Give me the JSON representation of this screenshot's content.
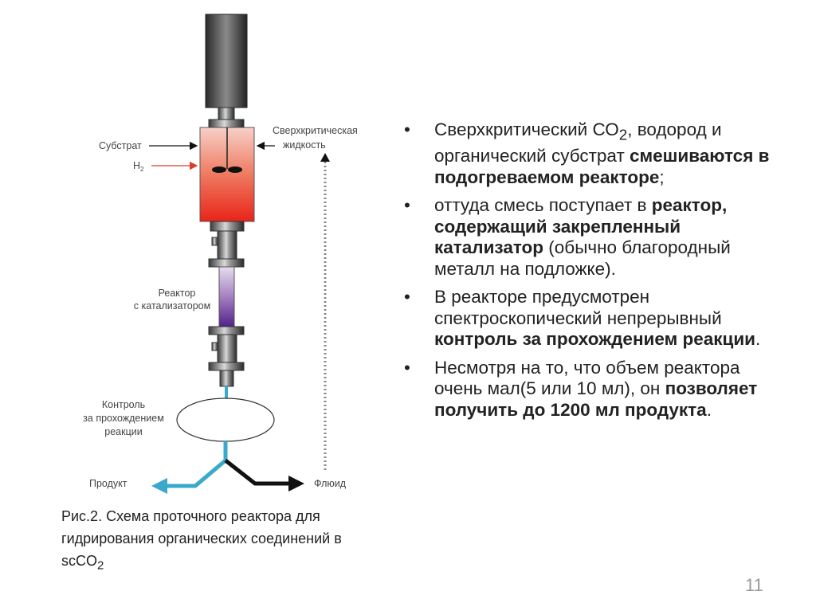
{
  "diagram": {
    "labels": {
      "substrate": "Субстрат",
      "h2": "H",
      "h2_sub": "2",
      "supercritical_1": "Сверхкритическая",
      "supercritical_2": "жидкость",
      "reactor_1": "Реактор",
      "reactor_2": "с катализатором",
      "control_1": "Контроль",
      "control_2": "за прохождением",
      "control_3": "реакции",
      "product": "Продукт",
      "fluid": "Флюид"
    },
    "colors": {
      "heated_vessel": "#e8281e",
      "catalyst": "#5a2a8c",
      "product_line": "#3aa9cc",
      "h2_arrow": "#e03a2a"
    }
  },
  "bullets": [
    {
      "parts": [
        {
          "t": "Сверхкритический СО"
        },
        {
          "sub": "2"
        },
        {
          "t": ", водород и органический субстрат "
        },
        {
          "b": "смешиваются в подогреваемом реакторе"
        },
        {
          "t": ";"
        }
      ]
    },
    {
      "parts": [
        {
          "t": "оттуда смесь поступает в "
        },
        {
          "b": "реактор, содержащий закрепленный катализатор"
        },
        {
          "t": " (обычно благородный металл на подложке)."
        }
      ]
    },
    {
      "parts": [
        {
          "t": "В реакторе предусмотрен спектроскопический непрерывный "
        },
        {
          "b": "контроль за прохождением реакции"
        },
        {
          "t": "."
        }
      ]
    },
    {
      "parts": [
        {
          "t": "Несмотря на то, что объем реактора очень мал(5 или 10 мл), он "
        },
        {
          "b": "позволяет получить до 1200 мл продукта"
        },
        {
          "t": "."
        }
      ]
    }
  ],
  "caption": {
    "text": "Рис.2. Схема проточного реактора для гидрирования органических соединений в scCO",
    "sub": "2"
  },
  "page_number": "11"
}
